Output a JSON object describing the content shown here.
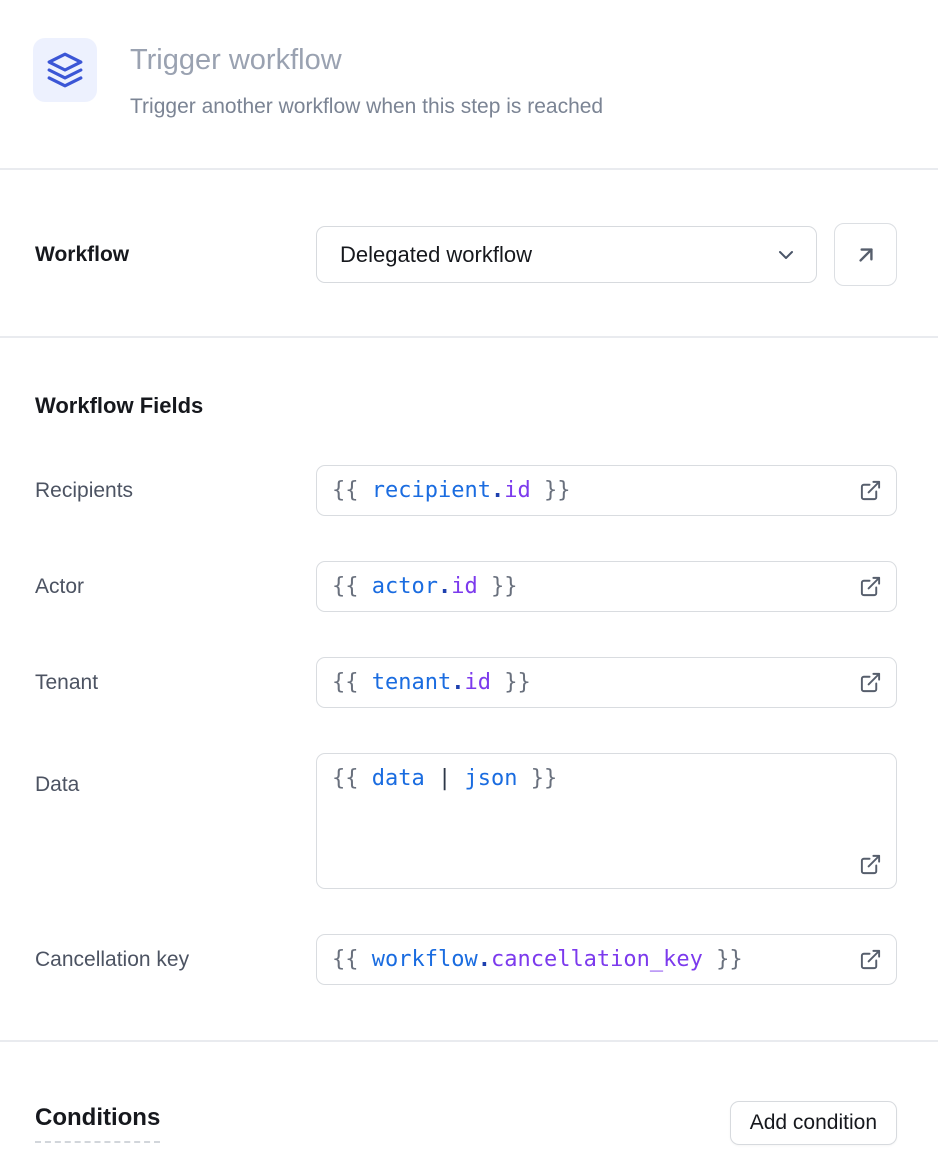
{
  "header": {
    "icon": "layers-icon",
    "title": "Trigger workflow",
    "subtitle": "Trigger another workflow when this step is reached"
  },
  "workflow": {
    "label": "Workflow",
    "selected": "Delegated workflow",
    "select_icon": "chevron-down-icon",
    "open_button_icon": "arrow-up-right-icon"
  },
  "fields_section": {
    "heading": "Workflow Fields",
    "field_icon": "external-link-icon",
    "fields": [
      {
        "label": "Recipients",
        "multiline": false,
        "tokens": [
          {
            "text": "{{ ",
            "type": "brace"
          },
          {
            "text": "recipient",
            "type": "var"
          },
          {
            "text": ".",
            "type": "dot"
          },
          {
            "text": "id",
            "type": "prop"
          },
          {
            "text": " }}",
            "type": "brace"
          }
        ]
      },
      {
        "label": "Actor",
        "multiline": false,
        "tokens": [
          {
            "text": "{{ ",
            "type": "brace"
          },
          {
            "text": "actor",
            "type": "var"
          },
          {
            "text": ".",
            "type": "dot"
          },
          {
            "text": "id",
            "type": "prop"
          },
          {
            "text": " }}",
            "type": "brace"
          }
        ]
      },
      {
        "label": "Tenant",
        "multiline": false,
        "tokens": [
          {
            "text": "{{ ",
            "type": "brace"
          },
          {
            "text": "tenant",
            "type": "var"
          },
          {
            "text": ".",
            "type": "dot"
          },
          {
            "text": "id",
            "type": "prop"
          },
          {
            "text": " }}",
            "type": "brace"
          }
        ]
      },
      {
        "label": "Data",
        "multiline": true,
        "tokens": [
          {
            "text": "{{ ",
            "type": "brace"
          },
          {
            "text": "data",
            "type": "var"
          },
          {
            "text": " ",
            "type": "plain"
          },
          {
            "text": "|",
            "type": "pipe"
          },
          {
            "text": " ",
            "type": "plain"
          },
          {
            "text": "json",
            "type": "var"
          },
          {
            "text": " }}",
            "type": "brace"
          }
        ]
      },
      {
        "label": "Cancellation key",
        "multiline": false,
        "tokens": [
          {
            "text": "{{ ",
            "type": "brace"
          },
          {
            "text": "workflow",
            "type": "var"
          },
          {
            "text": ".",
            "type": "dot"
          },
          {
            "text": "cancellation_key",
            "type": "prop"
          },
          {
            "text": " }}",
            "type": "brace"
          }
        ]
      }
    ]
  },
  "conditions": {
    "heading": "Conditions",
    "add_button_label": "Add condition"
  },
  "colors": {
    "accent_blue": "#3b56d6",
    "icon_box_bg": "#edf1fe",
    "code_variable": "#1a6ce0",
    "code_property": "#7c3aed",
    "code_punctuation": "#69707d",
    "divider": "#e9ebef",
    "muted_text": "#7b8494",
    "placeholder_title": "#9aa2b1"
  }
}
